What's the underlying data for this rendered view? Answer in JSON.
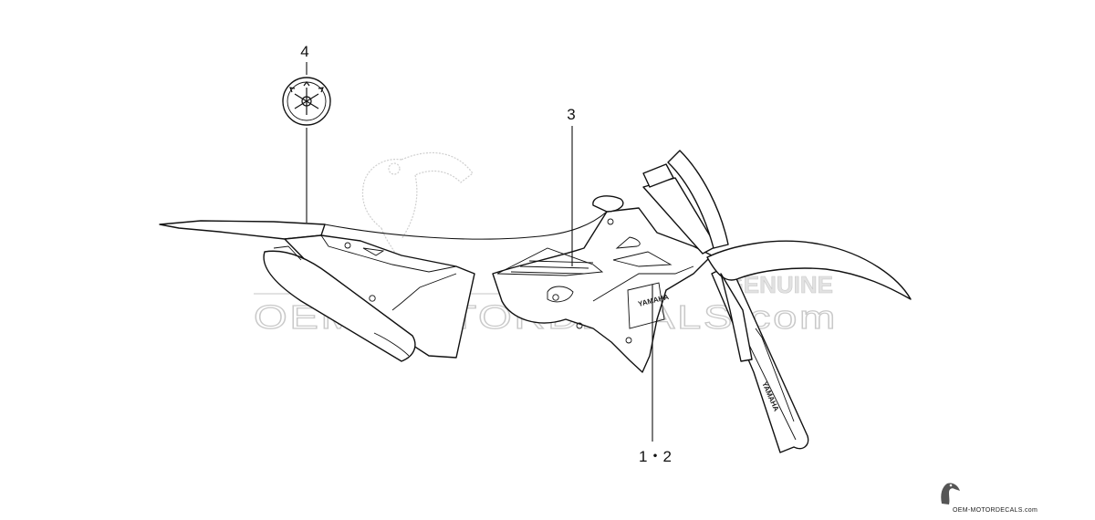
{
  "callouts": {
    "label_4": "4",
    "label_3": "3",
    "label_1_2": "1・2"
  },
  "watermark": {
    "genuine": "GENUINE",
    "brand": "OEM-MOTORDECALS.com"
  },
  "footer": {
    "site": "OEM-MOTORDECALS.com"
  },
  "decals": {
    "shroud_text": "YAMAHA",
    "fork_text": "YAMAHA"
  },
  "colors": {
    "line": "#111111",
    "watermark": "#c9c9c9"
  }
}
